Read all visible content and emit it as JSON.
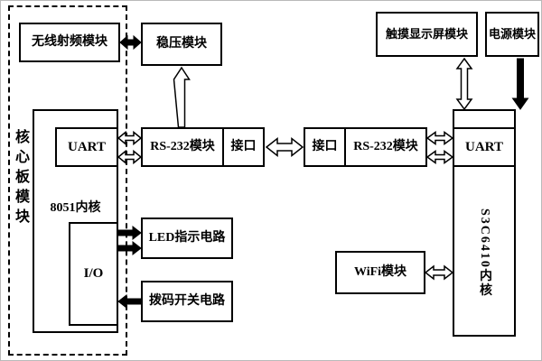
{
  "boxes": {
    "rf_module": "无线射频模块",
    "regulator": "稳压模块",
    "core_board": "核心板模块",
    "uart_left": "UART",
    "core_8051": "8051内核",
    "io": "I/O",
    "rs232_left": "RS-232模块",
    "port_left": "接口",
    "port_right": "接口",
    "rs232_right": "RS-232模块",
    "touch_display": "触摸显示屏模块",
    "power": "电源模块",
    "uart_right": "UART",
    "core_s3c6410": "S3C6410内核",
    "wifi": "WiFi模块",
    "led": "LED指示电路",
    "dip_switch": "拨码开关电路"
  }
}
